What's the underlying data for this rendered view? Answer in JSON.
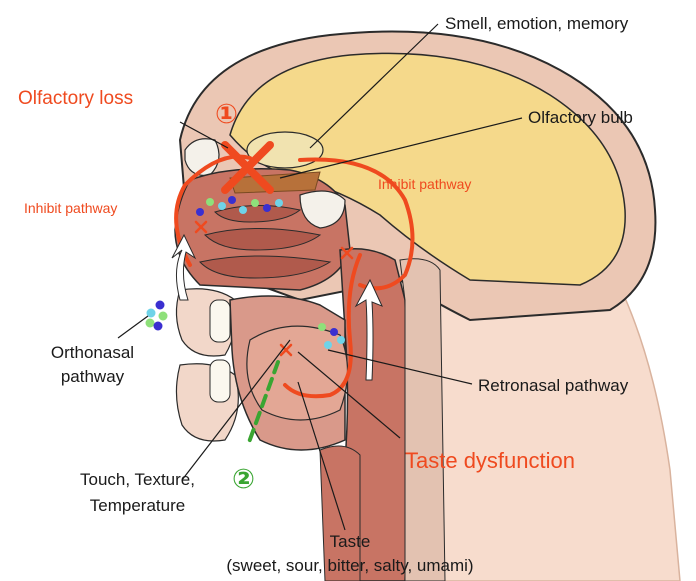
{
  "colors": {
    "red": "#ef4a1f",
    "green": "#3aa532",
    "brain": "#f5d98b",
    "skull_tissue": "#e9c0ad",
    "muscle": "#c87464",
    "outline": "#2b2b2b"
  },
  "labels": {
    "smell_emotion_memory": "Smell, emotion, memory",
    "olfactory_loss": "Olfactory loss",
    "olfactory_bulb": "Olfactory bulb",
    "inhibit_pathway_right": "Inhibit pathway",
    "inhibit_pathway_left": "Inhibit pathway",
    "orthonasal_line1": "Orthonasal",
    "orthonasal_line2": "pathway",
    "retronasal_pathway": "Retronasal pathway",
    "taste_dysfunction": "Taste dysfunction",
    "touch_line1": "Touch, Texture,",
    "touch_line2": "Temperature",
    "taste_line1": "Taste",
    "taste_line2": "(sweet, sour, bitter, salty, umami)",
    "marker_1": "①",
    "marker_2": "②"
  },
  "icons": {
    "block_cross": "x-cross-icon",
    "small_cross": "x-small-icon",
    "odor_molecules": "molecule-dots-icon"
  }
}
